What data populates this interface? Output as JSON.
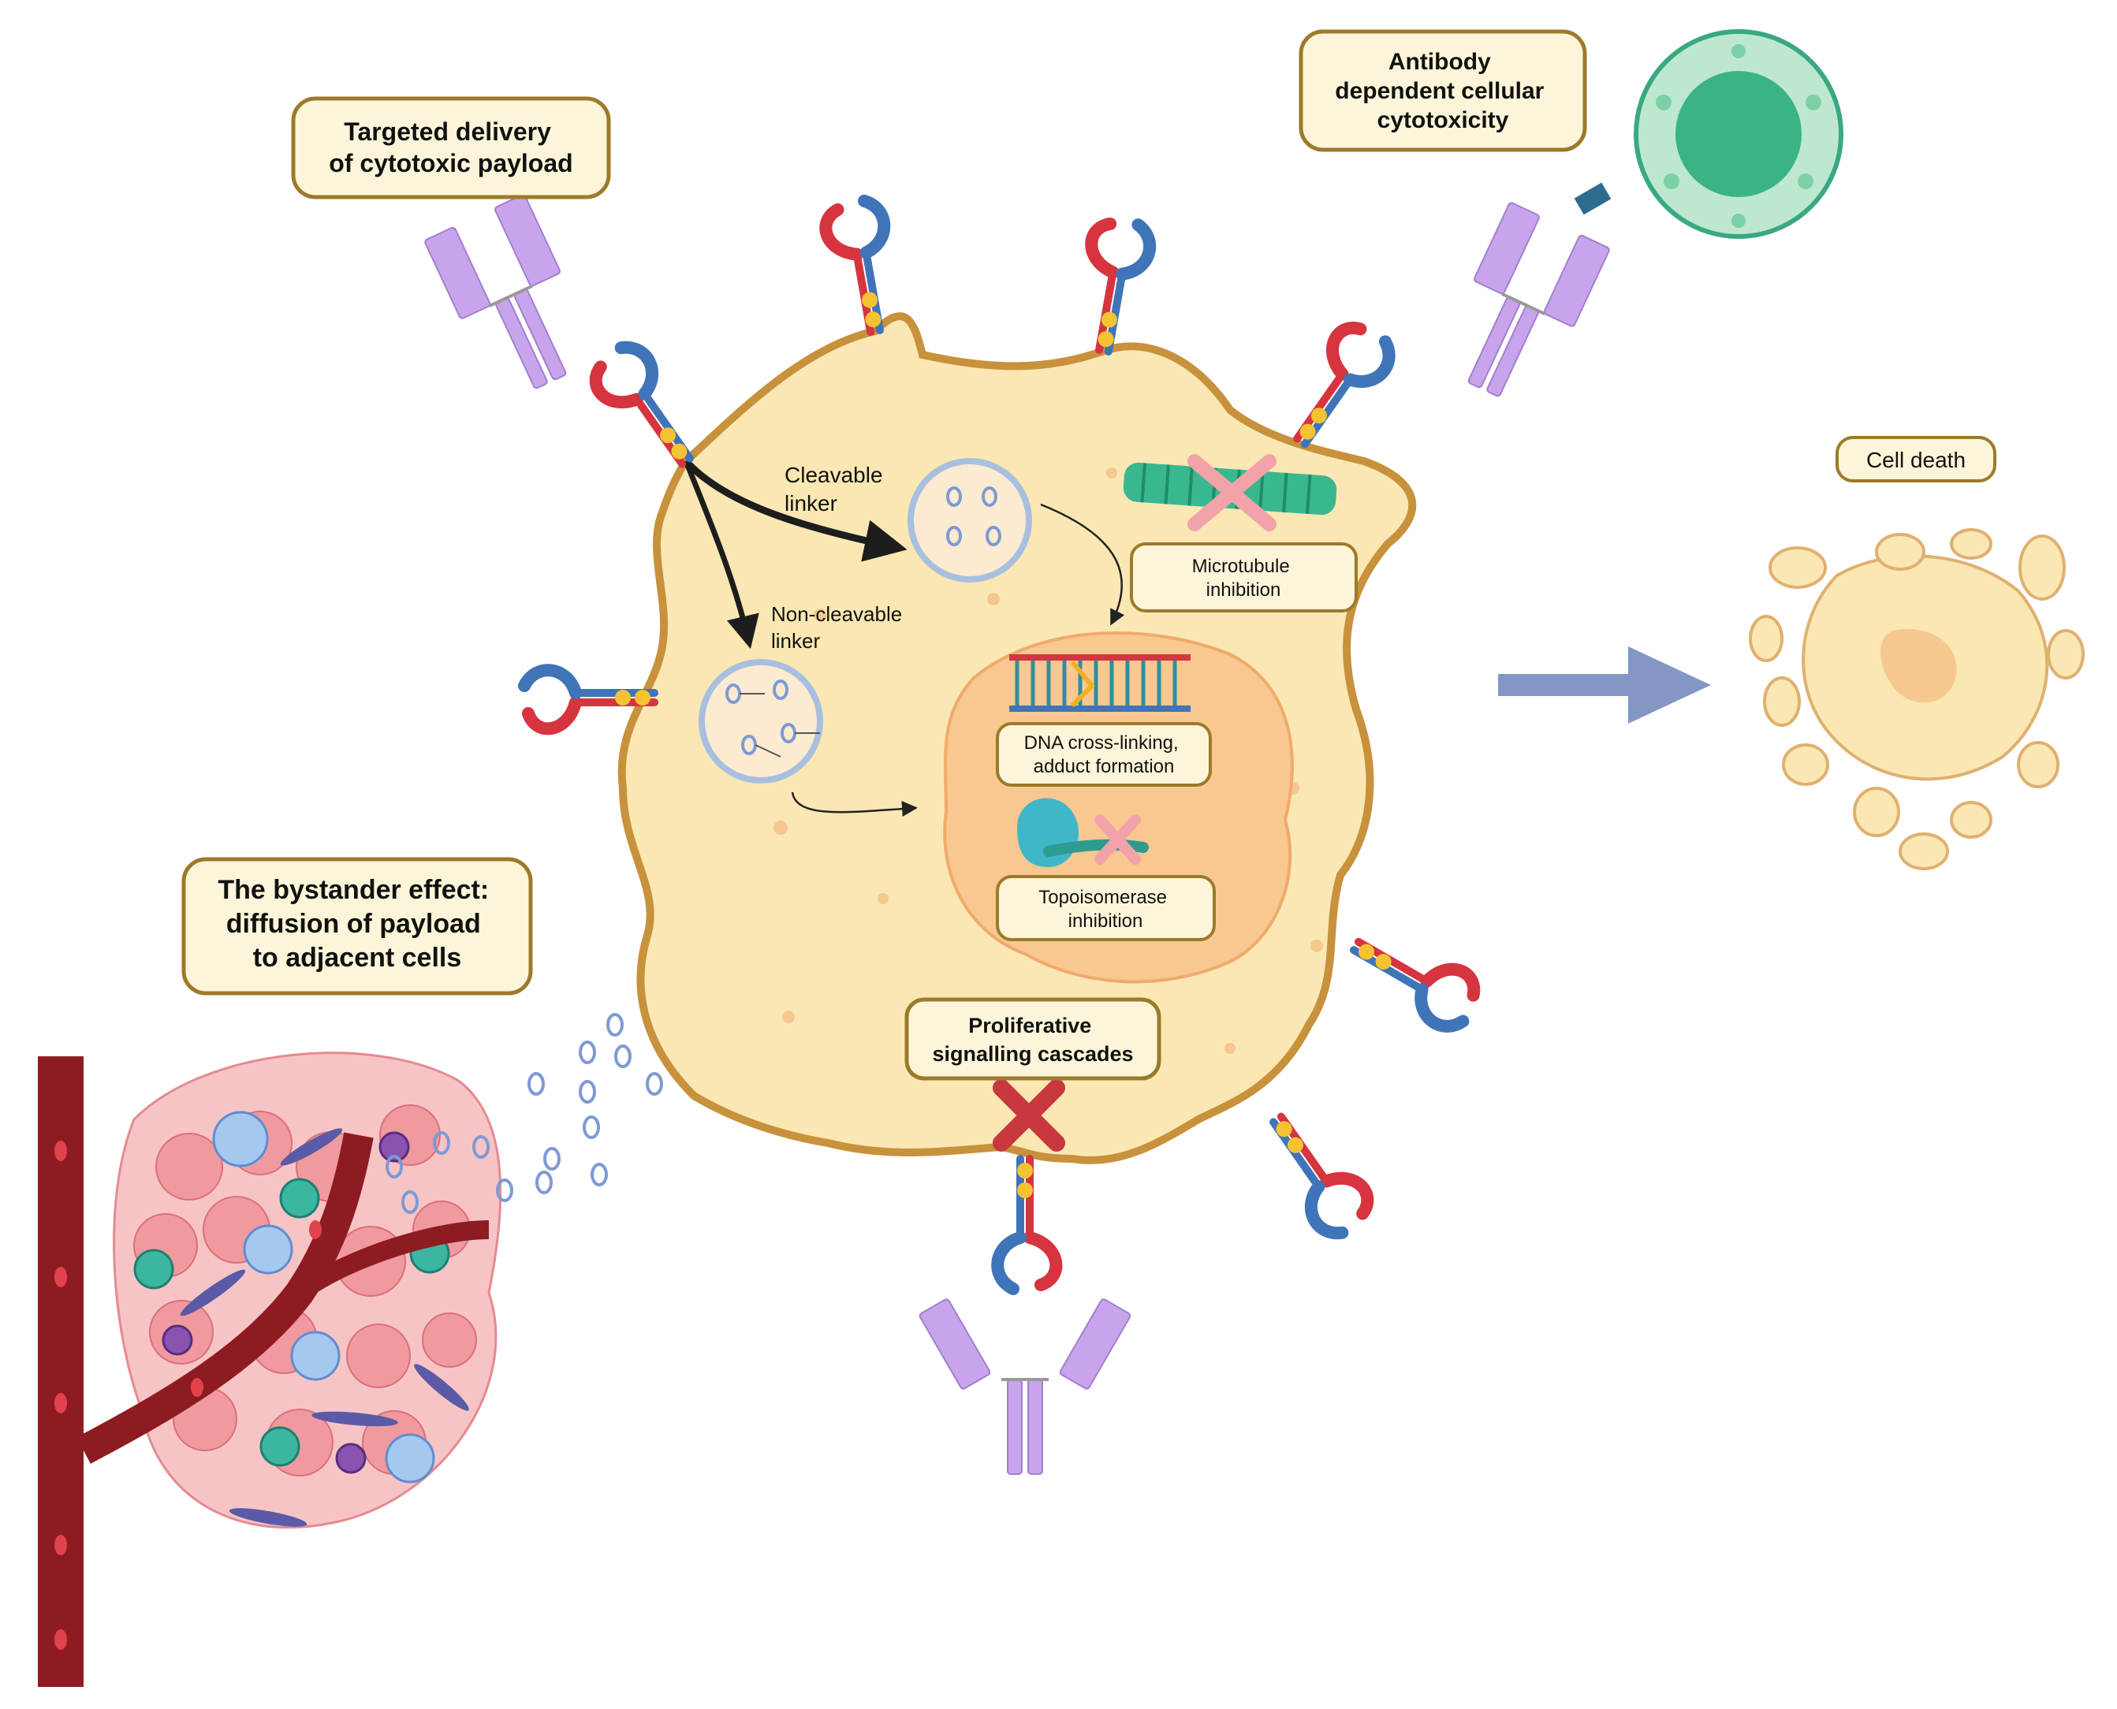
{
  "labels": {
    "targeted_delivery": [
      "Targeted delivery",
      "of cytotoxic payload"
    ],
    "adcc": [
      "Antibody",
      "dependent cellular",
      "cytotoxicity"
    ],
    "cell_death": "Cell death",
    "cleavable_linker": [
      "Cleavable",
      "linker"
    ],
    "non_cleavable_linker": [
      "Non-cleavable",
      "linker"
    ],
    "microtubule_inhibition": [
      "Microtubule",
      "inhibition"
    ],
    "dna_crosslinking": [
      "DNA cross-linking,",
      "adduct formation"
    ],
    "topoisomerase_inhibition": [
      "Topoisomerase",
      "inhibition"
    ],
    "proliferative_signalling": [
      "Proliferative",
      "signalling cascades"
    ],
    "bystander_effect": [
      "The bystander effect:",
      "diffusion of payload",
      "to adjacent cells"
    ]
  },
  "colors": {
    "cell_fill": "#fbe7b3",
    "cell_stroke": "#c8913c",
    "nucleus_fill": "#f8c890",
    "label_fill": "#fdf5d9",
    "label_stroke": "#9c7a2a",
    "antibody": "#c7a4eb",
    "receptor_red": "#d6343f",
    "receptor_blue": "#3f74b8",
    "payload": "#7f9ad3",
    "inhibit_x_red": "#c9373f",
    "inhibit_x_pink": "#f2a3aa",
    "arrow_big": "#8497c4",
    "immune_cell": "#8fd6b1",
    "vessel": "#8e1b22",
    "tumor": "#f09aa0"
  }
}
